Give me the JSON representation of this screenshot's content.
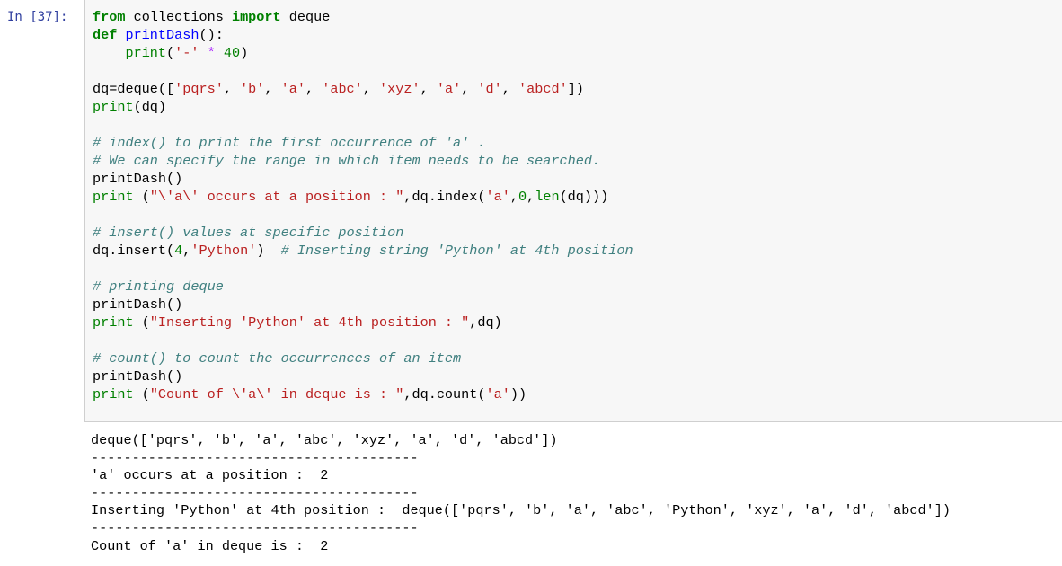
{
  "prompt": "In [37]:",
  "code": {
    "l1_kw1": "from",
    "l1_mod": " collections ",
    "l1_kw2": "import",
    "l1_name": " deque",
    "l2_kw": "def",
    "l2_fn": " printDash",
    "l2_rest": "():",
    "l3_indent": "    ",
    "l3_fn": "print",
    "l3_p1": "(",
    "l3_str": "'-'",
    "l3_op": " * ",
    "l3_num": "40",
    "l3_p2": ")",
    "l5_a": "dq=deque([",
    "l5_s1": "'pqrs'",
    "l5_c1": ", ",
    "l5_s2": "'b'",
    "l5_c2": ", ",
    "l5_s3": "'a'",
    "l5_c3": ", ",
    "l5_s4": "'abc'",
    "l5_c4": ", ",
    "l5_s5": "'xyz'",
    "l5_c5": ", ",
    "l5_s6": "'a'",
    "l5_c6": ", ",
    "l5_s7": "'d'",
    "l5_c7": ", ",
    "l5_s8": "'abcd'",
    "l5_end": "])",
    "l6_fn": "print",
    "l6_rest": "(dq)",
    "l8_cm": "# index() to print the first occurrence of 'a' .",
    "l9_cm": "# We can specify the range in which item needs to be searched.",
    "l10": "printDash()",
    "l11_fn": "print",
    "l11_p1": " (",
    "l11_str": "\"\\'a\\' occurs at a position : \"",
    "l11_mid": ",dq.index(",
    "l11_s2": "'a'",
    "l11_c1": ",",
    "l11_n1": "0",
    "l11_c2": ",",
    "l11_len": "len",
    "l11_end": "(dq)))",
    "l13_cm": "# insert() values at specific position",
    "l14_a": "dq.insert(",
    "l14_n": "4",
    "l14_c": ",",
    "l14_s": "'Python'",
    "l14_p": ")  ",
    "l14_cm": "# Inserting string 'Python' at 4th position",
    "l16_cm": "# printing deque",
    "l17": "printDash()",
    "l18_fn": "print",
    "l18_p1": " (",
    "l18_str": "\"Inserting 'Python' at 4th position : \"",
    "l18_end": ",dq)",
    "l20_cm": "# count() to count the occurrences of an item",
    "l21": "printDash()",
    "l22_fn": "print",
    "l22_p1": " (",
    "l22_str": "\"Count of \\'a\\' in deque is : \"",
    "l22_mid": ",dq.count(",
    "l22_s": "'a'",
    "l22_end": "))"
  },
  "output": [
    "deque(['pqrs', 'b', 'a', 'abc', 'xyz', 'a', 'd', 'abcd'])",
    "----------------------------------------",
    "'a' occurs at a position :  2",
    "----------------------------------------",
    "Inserting 'Python' at 4th position :  deque(['pqrs', 'b', 'a', 'abc', 'Python', 'xyz', 'a', 'd', 'abcd'])",
    "----------------------------------------",
    "Count of 'a' in deque is :  2"
  ],
  "colors": {
    "keyword": "#008000",
    "function": "#0000ff",
    "string": "#ba2121",
    "comment": "#408080",
    "operator": "#aa22ff",
    "prompt": "#303f9f",
    "input_bg": "#f7f7f7"
  }
}
